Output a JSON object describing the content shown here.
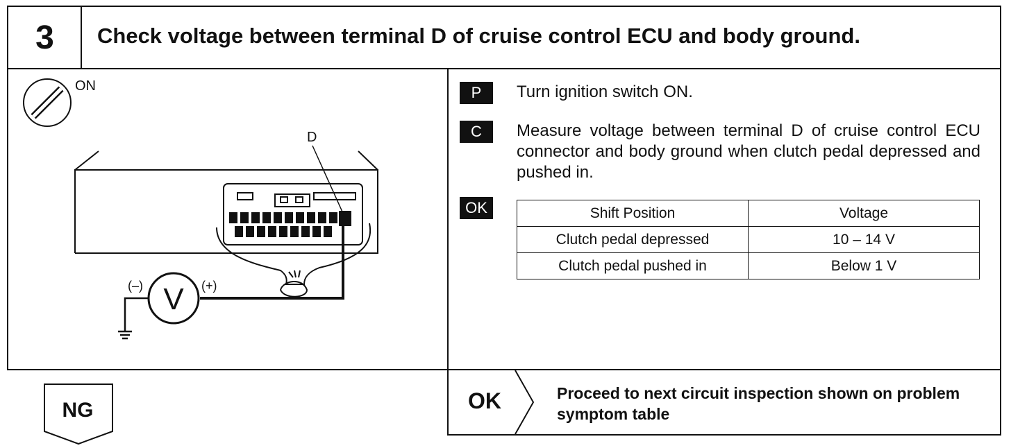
{
  "header": {
    "step_number": "3",
    "title": "Check voltage between terminal D of cruise control ECU and body ground."
  },
  "diagram": {
    "ignition_label": "ON",
    "terminal_label": "D",
    "meter_symbol": "V",
    "neg_label": "(–)",
    "pos_label": "(+)"
  },
  "steps": [
    {
      "badge": "P",
      "text": "Turn ignition switch ON."
    },
    {
      "badge": "C",
      "text": "Measure voltage between terminal D of cruise control ECU connector and body ground when clutch pedal depressed and pushed in."
    }
  ],
  "ok_badge": "OK",
  "table": {
    "headers": [
      "Shift Position",
      "Voltage"
    ],
    "rows": [
      [
        "Clutch pedal depressed",
        "10 – 14 V"
      ],
      [
        "Clutch pedal pushed in",
        "Below 1 V"
      ]
    ]
  },
  "footer": {
    "ng_label": "NG",
    "ok_label": "OK",
    "ok_text": "Proceed to next circuit inspection shown on problem symptom table"
  }
}
